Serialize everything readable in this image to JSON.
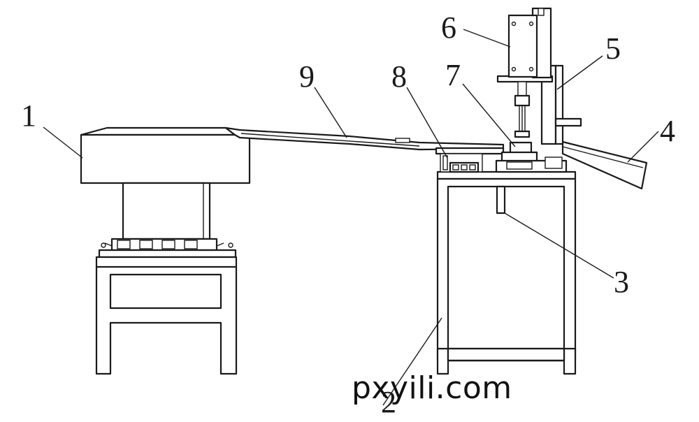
{
  "labels": {
    "n1": "1",
    "n2": "2",
    "n3": "3",
    "n4": "4",
    "n5": "5",
    "n6": "6",
    "n7": "7",
    "n8": "8",
    "n9": "9"
  },
  "watermark": "pxyili.com"
}
